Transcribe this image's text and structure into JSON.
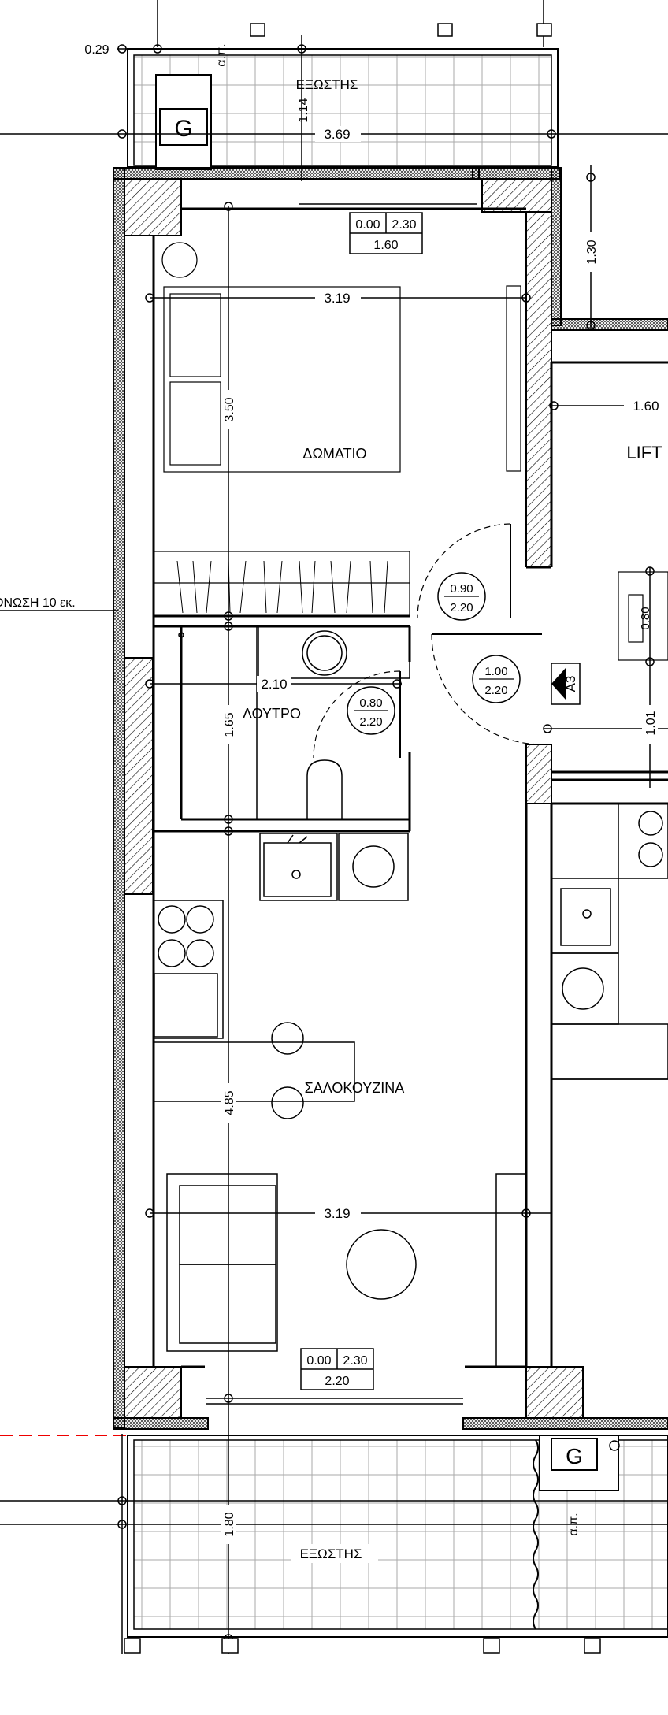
{
  "plan": {
    "rooms": {
      "bedroom": "ΔΩΜΑΤΙΟ",
      "bathroom": "ΛΟΥΤΡΟ",
      "living_kitchen": "ΣΑΛΟΚΟΥΖΙΝΑ",
      "balcony_top": "ΕΞΩΣΤΗΣ",
      "balcony_bottom": "ΕΞΩΣΤΗΣ",
      "lift": "LIFT"
    },
    "dimensions": {
      "top_margin": "0.29",
      "balcony_depth_top": "1.14",
      "balcony_width_top": "3.69",
      "right_offset": "1.30",
      "lift_width": "1.60",
      "bedroom_width": "3.19",
      "bedroom_length": "3.50",
      "bathroom_width": "2.10",
      "bathroom_length": "1.65",
      "living_length": "4.85",
      "living_width": "3.19",
      "balcony_depth_bottom": "1.80",
      "corridor_length": "1.01",
      "lift_door_width": "0.80"
    },
    "window_top": {
      "sill": "0.00",
      "head": "2.30",
      "width": "1.60"
    },
    "window_bottom": {
      "sill": "0.00",
      "head": "2.30",
      "width": "2.20"
    },
    "door_bedroom": {
      "width": "0.90",
      "height": "2.20"
    },
    "door_entrance": {
      "width": "1.00",
      "height": "2.20"
    },
    "door_bathroom": {
      "width": "0.80",
      "height": "2.20"
    },
    "section_mark": "Α3",
    "boiler_label_top": "G",
    "boiler_label_bottom": "G",
    "shaft_label_top": "α.π.",
    "shaft_label_bottom": "α.π.",
    "insulation_note": "ΟΝΩΣΗ 10 εκ."
  }
}
